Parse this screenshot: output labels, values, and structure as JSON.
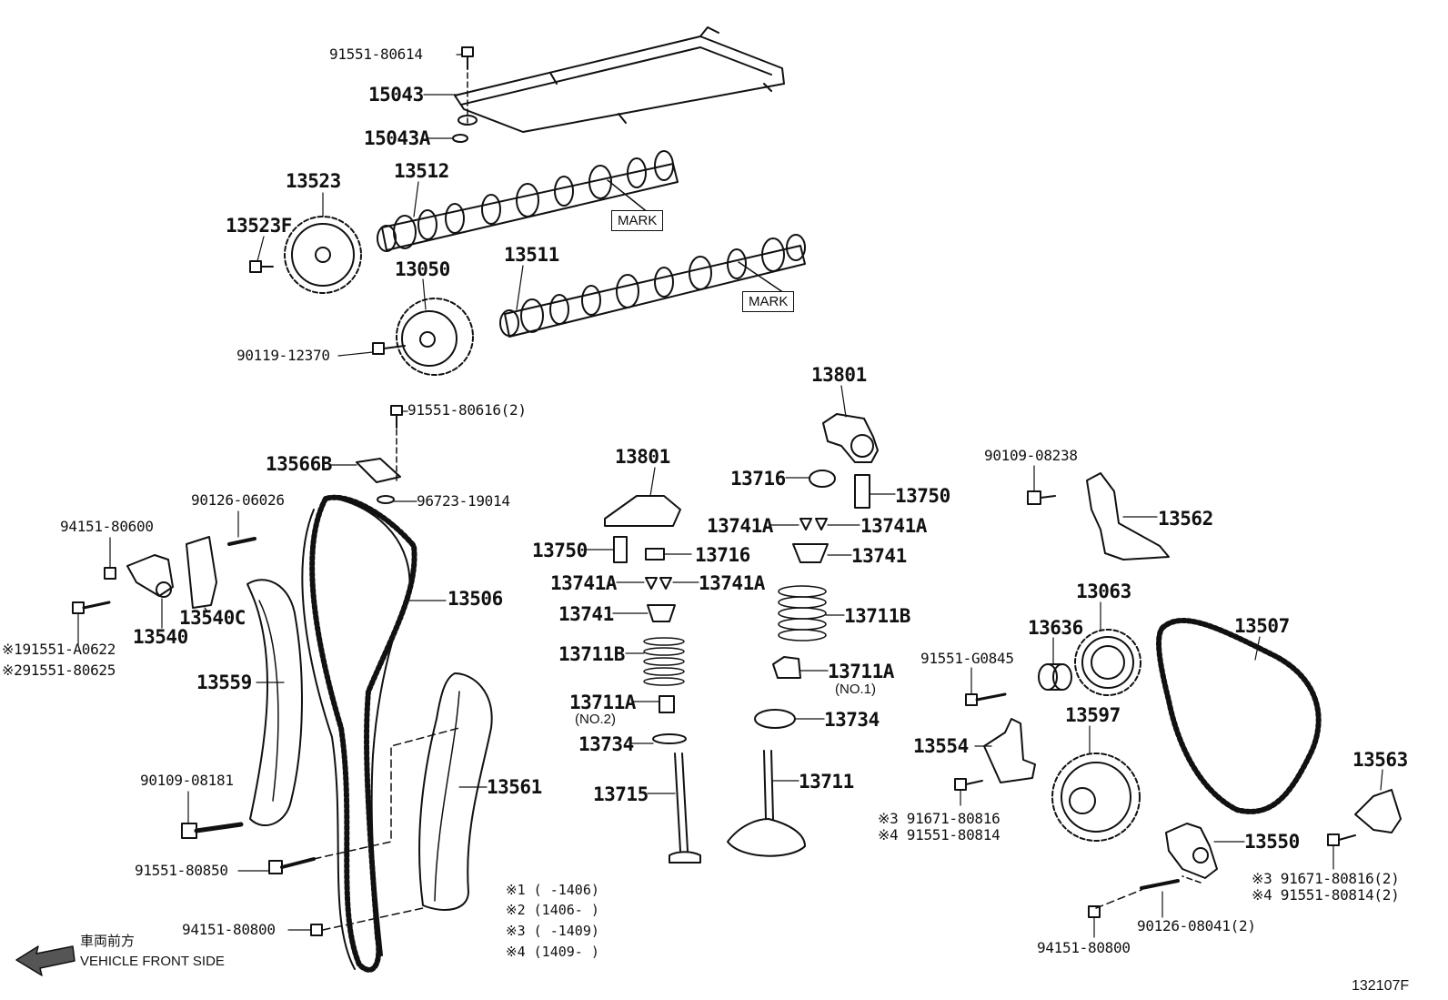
{
  "diagram_id": "132107F",
  "direction": {
    "jp": "車両前方",
    "en": "VEHICLE FRONT SIDE"
  },
  "marks": [
    "MARK",
    "MARK"
  ],
  "parts": {
    "p01": "91551-80614",
    "p02": "15043",
    "p03": "15043A",
    "p04": "13523",
    "p05": "13512",
    "p06": "13523F",
    "p07": "13511",
    "p08": "13050",
    "p09": "90119-12370",
    "p10": "91551-80616(2)",
    "p11": "13566B",
    "p12": "96723-19014",
    "p13": "90126-06026",
    "p14": "94151-80600",
    "p15": "13540C",
    "p16": "13540",
    "p17": "※191551-A0622",
    "p18": "※291551-80625",
    "p19": "13559",
    "p20": "13506",
    "p21": "90109-08181",
    "p22": "91551-80850",
    "p23": "13561",
    "p24": "94151-80800",
    "p25": "13801",
    "p26": "13750",
    "p27": "13716",
    "p28": "13741A",
    "p29": "13741A",
    "p30": "13741",
    "p31": "13711B",
    "p32": "13711A",
    "p33": "(NO.2)",
    "p34": "13734",
    "p35": "13715",
    "p36": "13801",
    "p37": "13716",
    "p38": "13750",
    "p39": "13741A",
    "p40": "13741A",
    "p41": "13741",
    "p42": "13711B",
    "p43": "13711A",
    "p44": "(NO.1)",
    "p45": "13734",
    "p46": "13711",
    "p47": "90109-08238",
    "p48": "13562",
    "p49": "13063",
    "p50": "13636",
    "p51": "13507",
    "p52": "91551-G0845",
    "p53": "13597",
    "p54": "13554",
    "p55": "※3 91671-80816",
    "p56": "※4 91551-80814",
    "p57": "13563",
    "p58": "13550",
    "p59": "※3 91671-80816(2)",
    "p60": "※4 91551-80814(2)",
    "p61": "90126-08041(2)",
    "p62": "94151-80800"
  },
  "notes": [
    "※1 (      -1406)",
    "※2 (1406-      )",
    "※3 (      -1409)",
    "※4 (1409-      )"
  ]
}
